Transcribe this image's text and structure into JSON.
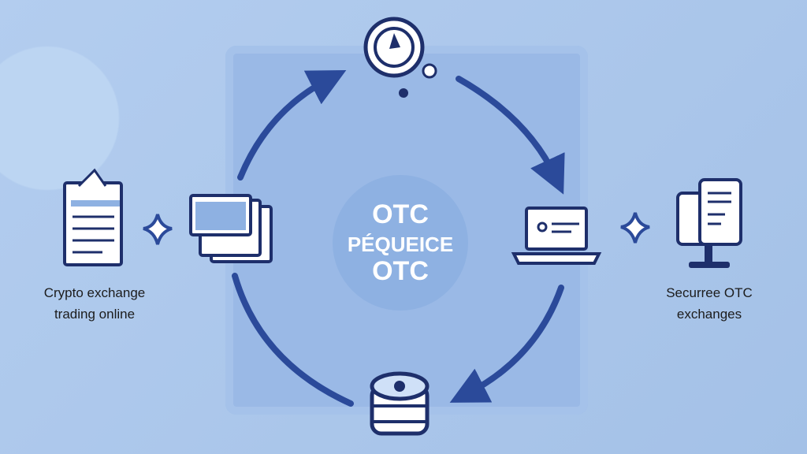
{
  "center": {
    "line1": "OTC",
    "line2": "PÉQUEICE",
    "line3": "OTC"
  },
  "left_label": {
    "line1": "Crypto exchange",
    "line2": "trading online"
  },
  "right_label": {
    "line1": "Securree OTC",
    "line2": "exchanges"
  },
  "colors": {
    "background": "#a9c6ea",
    "stroke": "#2b4a9a",
    "dark": "#1e2f6b",
    "panel": "#9ab9e6"
  }
}
